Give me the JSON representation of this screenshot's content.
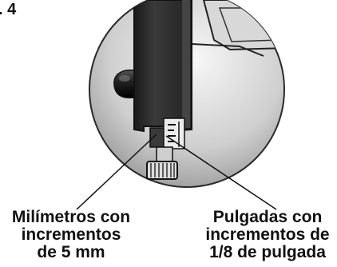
{
  "figure": {
    "label": ". 4"
  },
  "callouts": {
    "millimeters": {
      "lines": [
        "Milímetros con",
        "incrementos",
        "de 5 mm"
      ]
    },
    "inches": {
      "lines": [
        "Pulgadas con",
        "incrementos de",
        "1/8 de pulgada"
      ]
    }
  },
  "colors": {
    "tool_body": "#2b2b2b",
    "circle_light": "#f2f2f2",
    "circle_dark": "#9a9a9a"
  }
}
